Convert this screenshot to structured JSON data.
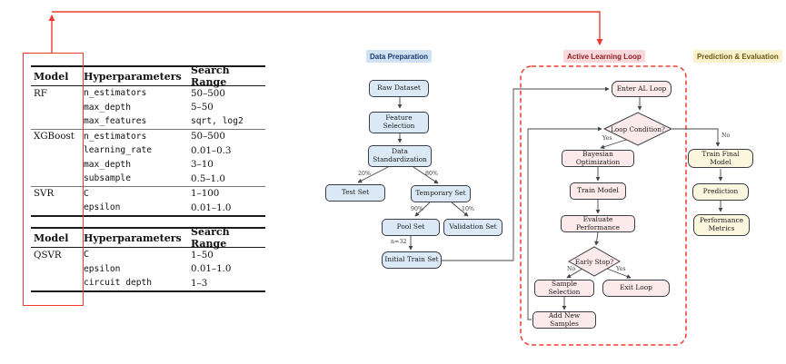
{
  "tables": {
    "table1": {
      "headers": [
        "Model",
        "Hyperparameters",
        "Search Range"
      ],
      "groups": [
        {
          "model": "RF",
          "rows": [
            [
              "n_estimators",
              "50–500"
            ],
            [
              "max_depth",
              "5–50"
            ],
            [
              "max_features",
              "sqrt, log2"
            ]
          ]
        },
        {
          "model": "XGBoost",
          "rows": [
            [
              "n_estimators",
              "50–500"
            ],
            [
              "learning_rate",
              "0.01–0.3"
            ],
            [
              "max_depth",
              "3–10"
            ],
            [
              "subsample",
              "0.5–1.0"
            ]
          ]
        },
        {
          "model": "SVR",
          "rows": [
            [
              "C",
              "1–100"
            ],
            [
              "epsilon",
              "0.01–1.0"
            ]
          ]
        }
      ]
    },
    "table2": {
      "headers": [
        "Model",
        "Hyperparameters",
        "Search Range"
      ],
      "groups": [
        {
          "model": "QSVR",
          "rows": [
            [
              "C",
              "1–50"
            ],
            [
              "epsilon",
              "0.01–1.0"
            ],
            [
              "circuit depth",
              "1–3"
            ]
          ]
        }
      ]
    }
  },
  "flow": {
    "sections": {
      "data_prep": "Data Preparation",
      "al_loop": "Active Learning Loop",
      "pred_eval": "Prediction & Evaluation"
    },
    "nodes": {
      "raw_dataset": "Raw Dataset",
      "feature_selection": "Feature Selection",
      "data_standardization": "Data Standardization",
      "test_set": "Test Set",
      "temporary_set": "Temporary Set",
      "pool_set": "Pool Set",
      "validation_set": "Validation Set",
      "initial_train_set": "Initial Train Set",
      "enter_al_loop": "Enter AL Loop",
      "loop_condition": "Loop Condition?",
      "bayesian_optimization": "Bayesian Optimization",
      "train_model": "Train Model",
      "evaluate_performance": "Evaluate Performance",
      "early_stop": "Early Stop?",
      "sample_selection": "Sample Selection",
      "exit_loop": "Exit Loop",
      "add_new_samples": "Add New Samples",
      "train_final_model": "Train Final Model",
      "prediction": "Prediction",
      "performance_metrics": "Performance Metrics"
    },
    "edge_labels": {
      "test_split": "20%",
      "temp_split": "80%",
      "pool_split": "90%",
      "val_split": "10%",
      "init_n": "n=32",
      "loop_yes": "Yes",
      "loop_no": "No",
      "early_no": "No",
      "early_yes": "Yes"
    }
  },
  "colors": {
    "data_prep_fill": "#dbe9f7",
    "data_prep_label_bg": "#cfe1f3",
    "data_prep_label_text": "#1a3a6e",
    "al_loop_fill": "#fce9e9",
    "al_loop_label_bg": "#f8d8da",
    "al_loop_label_text": "#8f1d22",
    "pred_fill": "#fbf6dd",
    "pred_label_bg": "#fbf2cd",
    "pred_label_text": "#6a5a10",
    "highlight_red": "#ef3b2d",
    "arrow_gray": "#44464a"
  }
}
